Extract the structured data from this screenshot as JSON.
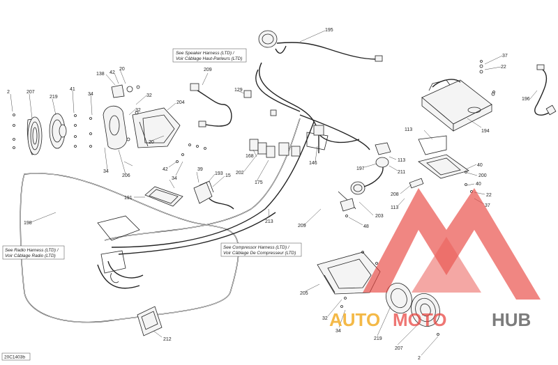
{
  "diagram": {
    "drawing_code": "20C1403b",
    "notes": {
      "speaker_harness": [
        "See Speaker Harness (LTD) /",
        "Voir Câblage Haut-Parleurs (LTD)"
      ],
      "radio_harness": [
        "See Radio Harness (LTD) /",
        "Voir Câblage Radio (LTD)"
      ],
      "compressor_harness": [
        "See Compressor Harness (LTD) /",
        "Voir Câblage De Compresseur (LTD)"
      ]
    },
    "callouts": {
      "c195": "195",
      "c209a": "209",
      "c129": "129",
      "c37a": "37",
      "c22a": "22",
      "c196": "196",
      "c20a": "20",
      "c42a": "42",
      "c138": "138",
      "c32a": "32",
      "c204": "204",
      "c2a": "2",
      "c207a": "207",
      "c219a": "219",
      "c41": "41",
      "c34a": "34",
      "c194": "194",
      "c113a": "113",
      "c168": "168",
      "c202": "202",
      "c146": "146",
      "c113b": "113",
      "c197": "197",
      "c211": "211",
      "c40a": "40",
      "c200": "200",
      "c40b": "40",
      "c22b": "22",
      "c37b": "37",
      "c32b": "32",
      "c20b": "20",
      "c42b": "42",
      "c206": "206",
      "c34b": "34",
      "c39": "39",
      "c193": "193",
      "c15": "15",
      "c175": "175",
      "c208": "208",
      "c113c": "113",
      "c191": "191",
      "c34c": "34",
      "c203": "203",
      "c198": "198",
      "c48": "48",
      "c209b": "209",
      "c213": "213",
      "c205": "205",
      "c32c": "32",
      "c34d": "34",
      "c219b": "219",
      "c207b": "207",
      "c2b": "2",
      "c212": "212"
    }
  },
  "watermark": {
    "brand_left": "AUTO",
    "brand_mid": "MOTO",
    "brand_right": "HUB",
    "colors": {
      "logo": "#e8413c",
      "auto": "#f3b234",
      "hub": "#6e6e6e"
    }
  }
}
